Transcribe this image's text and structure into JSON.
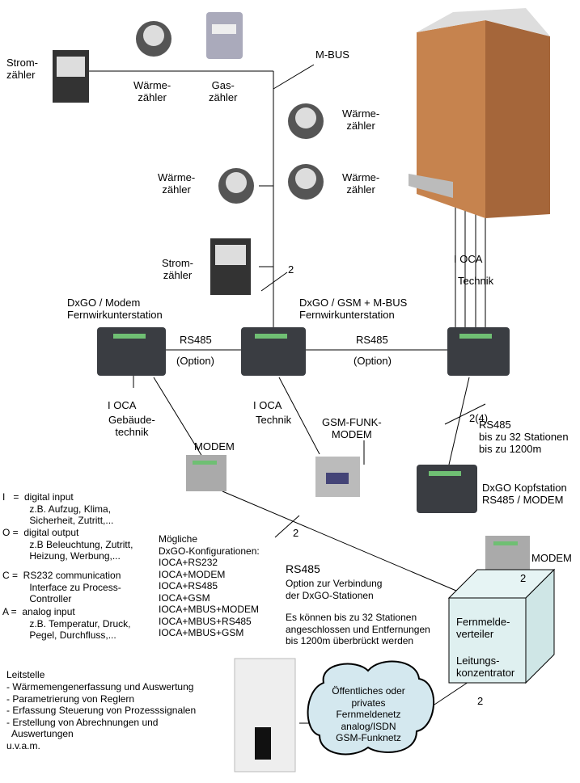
{
  "meters": {
    "strom_top": "Strom-\nzähler",
    "waerme_top": "Wärme-\nzähler",
    "gas": "Gas-\nzähler",
    "mbus": "M-BUS",
    "waerme_right1": "Wärme-\nzähler",
    "waerme_left": "Wärme-\nzähler",
    "waerme_right2": "Wärme-\nzähler",
    "strom_bottom": "Strom-\nzähler",
    "bus_count": "2"
  },
  "building": {
    "ioca": "I OCA",
    "technik": "Technik"
  },
  "stations": {
    "left_title": "DxGO / Modem\nFernwirkunterstation",
    "middle_title": "DxGO / GSM + M-BUS\nFernwirkunterstation",
    "rs485_a": "RS485",
    "option_a": "(Option)",
    "rs485_b": "RS485",
    "option_b": "(Option)",
    "left_ioca": "I OCA",
    "left_tech": "Gebäude-\ntechnik",
    "middle_ioca": "I OCA",
    "middle_tech": "Technik",
    "gsm_modem": "GSM-FUNK-\nMODEM",
    "modem_left": "MODEM",
    "count_24": "2(4)",
    "rs485_right": "RS485\nbis zu 32 Stationen\nbis zu 1200m",
    "kopf": "DxGO Kopfstation\nRS485 / MODEM",
    "modem_right": "MODEM",
    "count_modem": "2",
    "count_line": "2"
  },
  "legend": {
    "i": "I   =  digital input\n          z.B. Aufzug, Klima,\n          Sicherheit, Zutritt,...",
    "o": "O =  digital output\n          z.B Beleuchtung, Zutritt,\n          Heizung, Werbung,...",
    "c": "C =  RS232 communication\n          Interface zu Process-\n          Controller",
    "a": "A =  analog input\n          z.B. Temperatur, Druck,\n          Pegel, Durchfluss,..."
  },
  "configs": {
    "title": "Mögliche\nDxGO-Konfigurationen:",
    "items": [
      "IOCA+RS232",
      "IOCA+MODEM",
      "IOCA+RS485",
      "IOCA+GSM",
      "IOCA+MBUS+MODEM",
      "IOCA+MBUS+RS485",
      "IOCA+MBUS+GSM"
    ]
  },
  "rs485_note": {
    "title": "RS485",
    "sub": "Option zur Verbindung\nder DxGO-Stationen",
    "body": "Es können bis zu 32 Stationen\nangeschlossen und Entfernungen\nbis 1200m überbrückt werden"
  },
  "box": {
    "label1": "Fernmelde-\nverteiler",
    "label2": "Leitungs-\nkonzentrator",
    "count": "2"
  },
  "cloud": {
    "label": "Öffentliches oder\nprivates\nFernmeldenetz\nanalog/ISDN\nGSM-Funknetz"
  },
  "leitstelle": {
    "title": "Leitstelle",
    "items": [
      "- Wärmemengenerfassung und Auswertung",
      "- Parametrierung von Reglern",
      "- Erfassung Steuerung von Prozesssignalen",
      "- Erstellung von Abrechnungen und\n  Auswertungen"
    ],
    "footer": "u.v.a.m."
  },
  "colors": {
    "device": "#3a3d42",
    "device_label": "#6fbf73",
    "box": "#dff0f0",
    "building": "#c6834e"
  }
}
